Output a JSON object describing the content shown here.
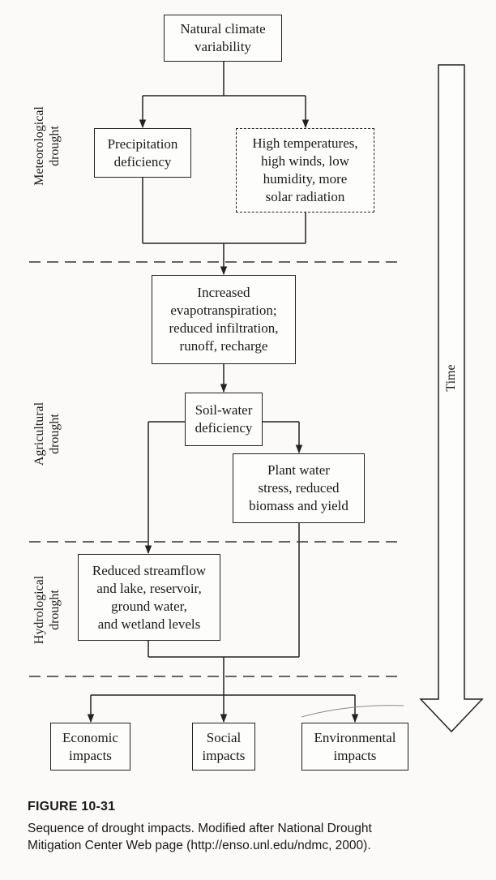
{
  "nodes": {
    "natural_climate": "Natural climate\nvariability",
    "precipitation": "Precipitation\ndeficiency",
    "high_temps": "High temperatures,\nhigh winds, low\nhumidity, more\nsolar radiation",
    "evapotranspiration": "Increased\nevapotranspiration;\nreduced infiltration,\nrunoff, recharge",
    "soil_water": "Soil-water\ndeficiency",
    "plant_water": "Plant water\nstress, reduced\nbiomass and yield",
    "streamflow": "Reduced streamflow\nand lake, reservoir,\nground water,\nand wetland levels",
    "economic": "Economic\nimpacts",
    "social": "Social\nimpacts",
    "environmental": "Environmental\nimpacts"
  },
  "zones": {
    "meteorological": "Meteorological\ndrought",
    "agricultural": "Agricultural\ndrought",
    "hydrological": "Hydrological\ndrought"
  },
  "time_label": "Time",
  "figure": {
    "number": "FIGURE 10-31",
    "caption": "Sequence of drought impacts. Modified after National Drought\nMitigation Center Web page (http://enso.unl.edu/ndmc, 2000)."
  }
}
